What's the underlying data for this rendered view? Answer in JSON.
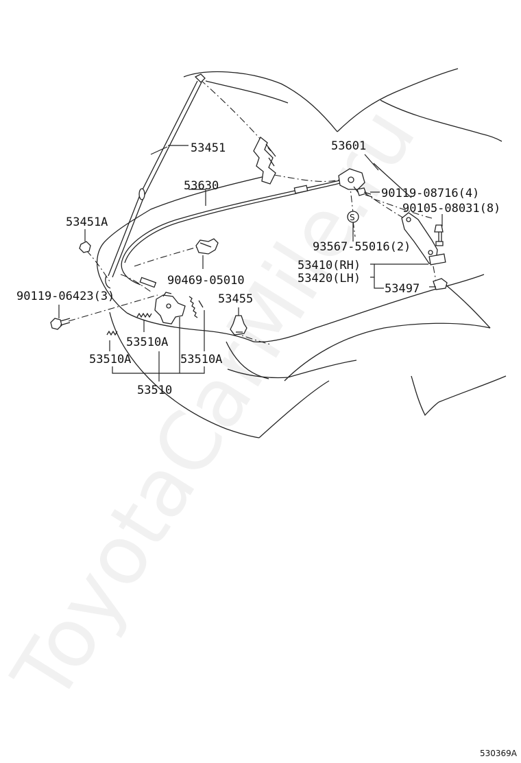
{
  "watermark": "ToyotaCarMile.ru",
  "reference_code": "530369A",
  "symbol_s": "S",
  "labels": {
    "prop_rod": "53451",
    "prop_rod_holder": "53451A",
    "release_cable": "53630",
    "lock_bolt": "90119-06423(3)",
    "clip": "90469-05010",
    "cushion_53455": "53455",
    "spring_a1": "53510A",
    "spring_a2": "53510A",
    "spring_a3": "53510A",
    "hood_lock": "53510",
    "hood_latch": "53601",
    "latch_bolt": "90119-08716(4)",
    "hinge_bolt": "90105-08031(8)",
    "sealer": "93567-55016(2)",
    "hinge_rh": "53410(RH)",
    "hinge_lh": "53420(LH)",
    "hinge_cushion": "53497"
  }
}
